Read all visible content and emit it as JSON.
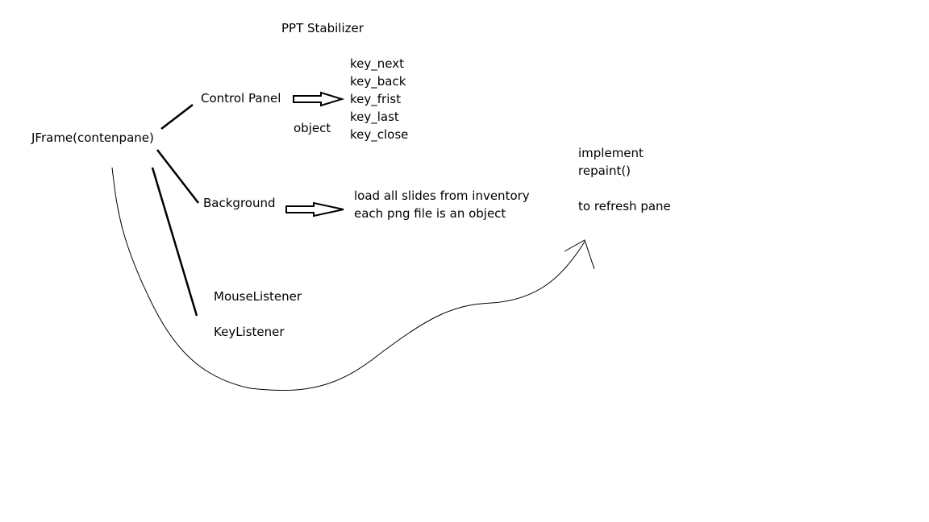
{
  "title": "PPT Stabilizer",
  "root": "JFrame(contenpane)",
  "control_panel": {
    "label": "Control Panel",
    "object_label": "object",
    "keys": [
      "key_next",
      "key_back",
      "key_frist",
      "key_last",
      "key_close"
    ]
  },
  "background": {
    "label": "Background",
    "notes": [
      "load all slides from inventory",
      "each png file is an object"
    ]
  },
  "listeners": {
    "mouse": "MouseListener",
    "key": "KeyListener"
  },
  "repaint_note": [
    "implement",
    "repaint()",
    "",
    "to refresh pane"
  ],
  "colors": {
    "ink": "#000000",
    "paper": "#ffffff"
  }
}
